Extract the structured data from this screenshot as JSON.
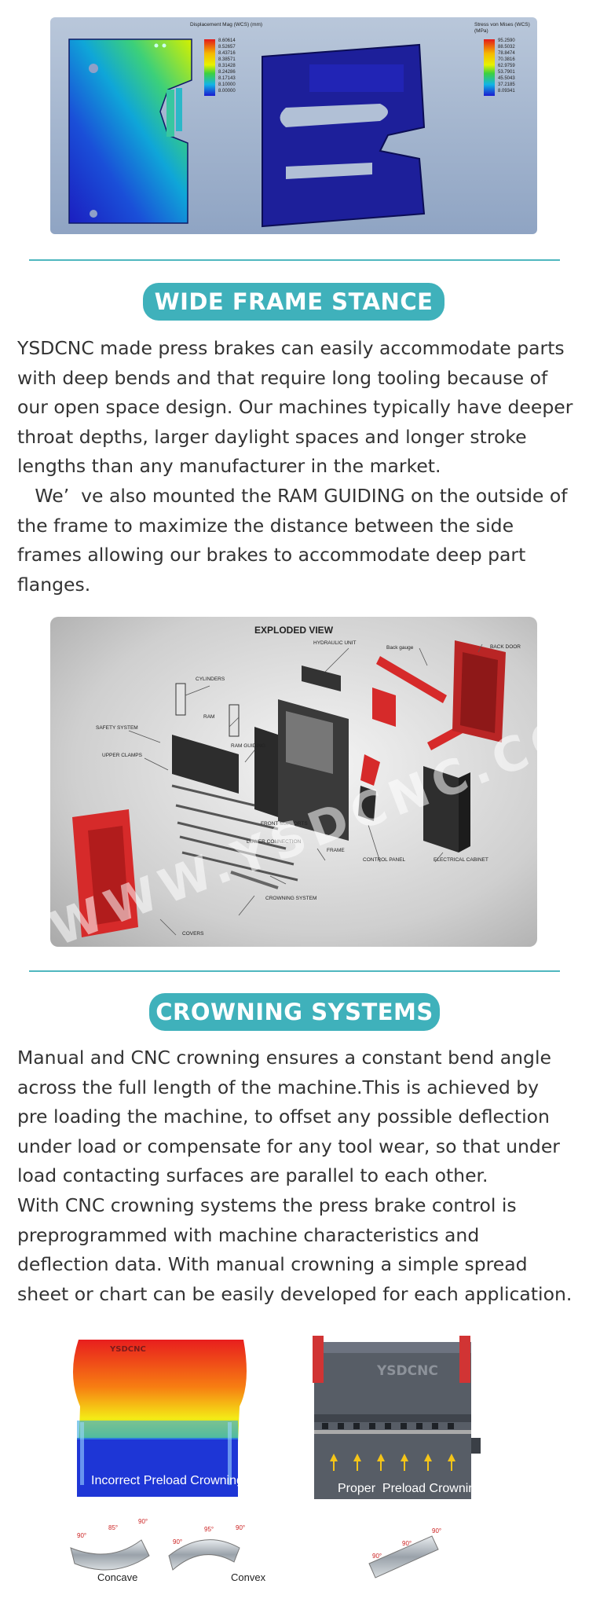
{
  "fea": {
    "left_legend_title": "Displacement Mag (WCS) (mm)",
    "left_legend_values": [
      "8.60614",
      "8.52657",
      "8.43716",
      "8.38571",
      "8.31428",
      "8.24286",
      "8.17143",
      "8.10000",
      "8.00000"
    ],
    "right_legend_title": "Stress von Mises (WCS) (MPa)",
    "right_legend_values": [
      "95.2590",
      "88.5032",
      "78.8474",
      "70.3816",
      "62.9759",
      "53.7901",
      "45.5043",
      "37.2185",
      "8.09341"
    ]
  },
  "section1": {
    "title": "WIDE FRAME STANCE",
    "p1": "YSDCNC made press brakes can easily accommodate parts with deep bends and that require long tooling because of our open space design. Our machines typically have deeper throat depths, larger daylight spaces and longer stroke lengths than any manufacturer in the market.",
    "p2": "   We’  ve also mounted the RAM GUIDING on the outside of the frame to maximize the distance between the side frames allowing our brakes to accommodate deep part flanges."
  },
  "exploded": {
    "title": "EXPLODED VIEW",
    "watermark": "WWW.YSDCNC.COM",
    "labels": {
      "hydraulic": "HYDRAULIC UNIT",
      "backgauge": "Back gauge",
      "backdoor": "BACK DOOR",
      "cylinders": "CYLINDERS",
      "ram": "RAM",
      "safety": "SAFETY SYSTEM",
      "upperclamps": "UPPER CLAMPS",
      "ramguiding": "RAM GUIDING",
      "frontsupports": "FRONT SUPPORTS",
      "lowerconn": "LOWER CONNECTION",
      "frame": "FRAME",
      "controlpanel": "CONTROL PANEL",
      "cabinet": "ELECTRICAL CABINET",
      "crowning": "CROWNING SYSTEM",
      "covers": "COVERS"
    }
  },
  "section2": {
    "title": "CROWNING SYSTEMS",
    "p1": "Manual and CNC crowning ensures a constant bend angle across the full length of the machine.This is achieved by pre loading the machine, to offset any possible deflection under load or compensate for any tool wear, so that under load contacting surfaces are parallel to each other.",
    "p2": "With CNC crowning systems the press brake control is preprogrammed with machine characteristics and deflection data. With manual crowning a simple spread sheet or chart can be easily developed for each application."
  },
  "crowning": {
    "brand": "YSDCNC",
    "incorrect": "Incorrect Preload Crowning",
    "proper": "Proper  Preload Crowning",
    "concave": "Concave",
    "convex": "Convex",
    "concave_angles": [
      "90°",
      "85°",
      "90°"
    ],
    "convex_angles": [
      "90°",
      "95°",
      "90°"
    ],
    "proper_angles": [
      "90°",
      "90°",
      "90°"
    ]
  },
  "colors": {
    "accent": "#3fb1bb",
    "text": "#333333"
  }
}
